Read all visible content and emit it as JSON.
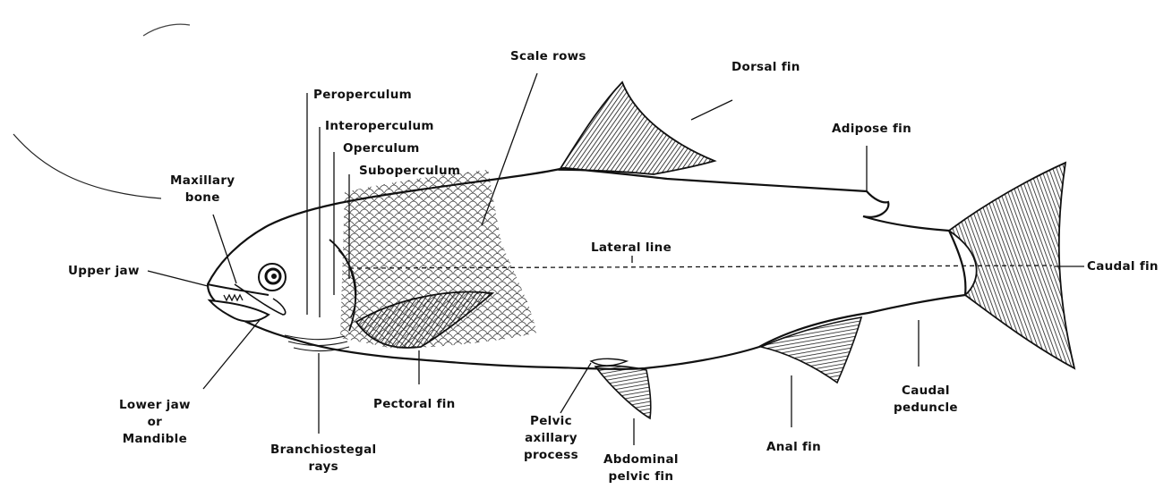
{
  "labels": {
    "scale_rows": "Scale rows",
    "dorsal_fin": "Dorsal fin",
    "peroperculum": "Peroperculum",
    "interoperculum": "Interoperculum",
    "operculum": "Operculum",
    "suboperculum": "Suboperculum",
    "adipose_fin": "Adipose fin",
    "maxillary_bone": [
      "Maxillary",
      "bone"
    ],
    "lateral_line": "Lateral line",
    "upper_jaw": "Upper jaw",
    "caudal_fin": "Caudal fin",
    "lower_jaw": [
      "Lower jaw",
      "or",
      "Mandible"
    ],
    "pectoral_fin": "Pectoral fin",
    "branchiostegal_rays": [
      "Branchiostegal",
      "rays"
    ],
    "pelvic_axillary_process": [
      "Pelvic",
      "axillary",
      "process"
    ],
    "abdominal_pelvic_fin": [
      "Abdominal",
      "pelvic fin"
    ],
    "anal_fin": "Anal fin",
    "caudal_peduncle": [
      "Caudal",
      "peduncle"
    ]
  }
}
